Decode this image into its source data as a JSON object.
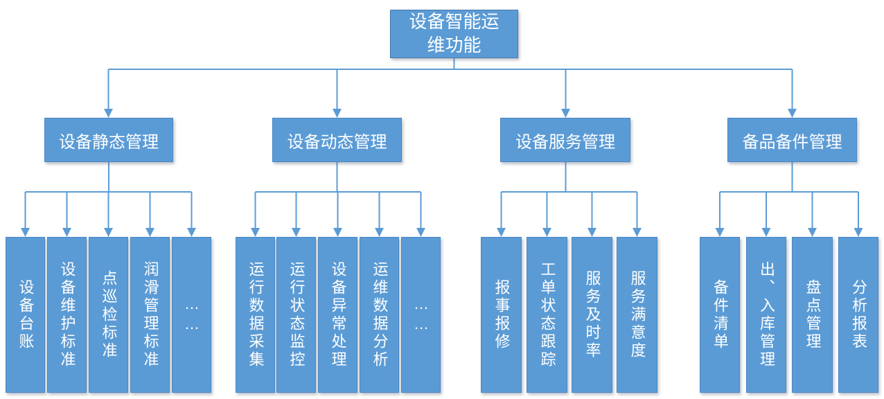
{
  "diagram": {
    "root": {
      "label": "设备智能运维功能"
    },
    "branches": [
      {
        "label": "设备静态管理",
        "children": [
          "设备台账",
          "设备维护标准",
          "点巡检标准",
          "润滑管理标准",
          "……"
        ]
      },
      {
        "label": "设备动态管理",
        "children": [
          "运行数据采集",
          "运行状态监控",
          "设备异常处理",
          "运维数据分析",
          "……"
        ]
      },
      {
        "label": "设备服务管理",
        "children": [
          "报事报修",
          "工单状态跟踪",
          "服务及时率",
          "服务满意度"
        ]
      },
      {
        "label": "备品备件管理",
        "children": [
          "备件清单",
          "出、入库管理",
          "盘点管理",
          "分析报表"
        ]
      }
    ],
    "colors": {
      "box_fill": "#5b9bd5",
      "box_border": "#4a86c5",
      "connector": "#5b9bd5",
      "text": "#ffffff",
      "background": "#ffffff"
    }
  }
}
